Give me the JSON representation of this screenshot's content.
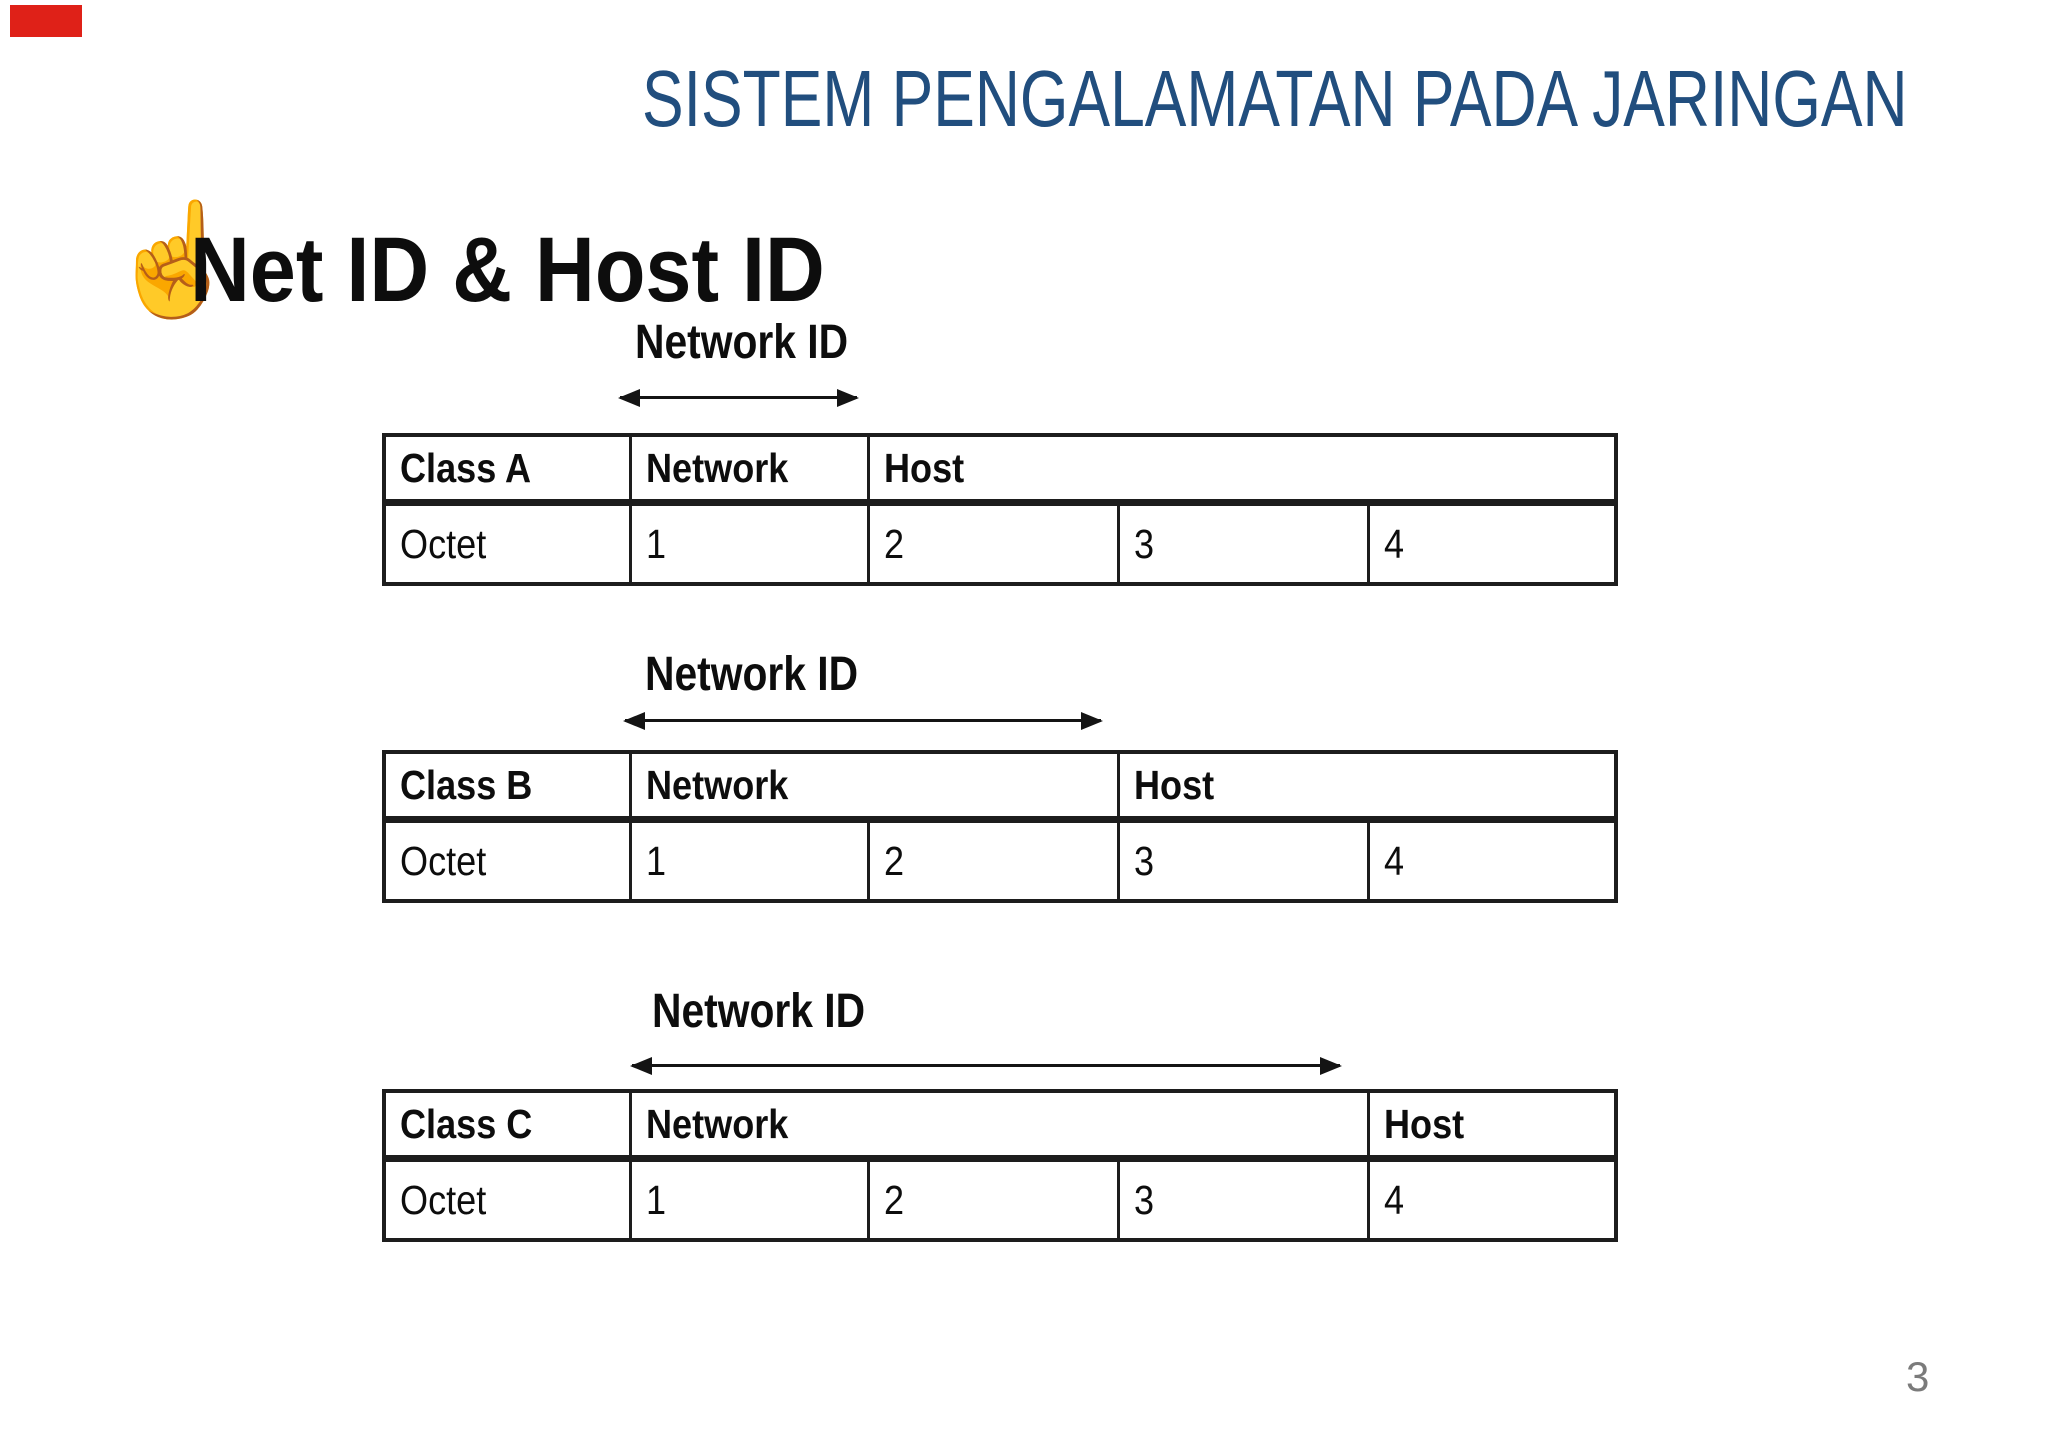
{
  "slide": {
    "title": "SISTEM PENGALAMATAN PADA JARINGAN",
    "heading": "Net ID & Host ID",
    "heading_icon": "☝",
    "page_number": "3"
  },
  "colors": {
    "title_blue": "#214e7e",
    "network_header_fill": "#b7b7b7",
    "host_header_fill": "#cdcdcd",
    "marker_red": "#df2118",
    "table_border": "#1d1d1d",
    "page_number_gray": "#7b7b7b"
  },
  "figures": [
    {
      "arrow_label": "Network ID",
      "class_label": "Class A",
      "network_label": "Network",
      "host_label": "Host",
      "network_span": 1,
      "host_span": 3,
      "row_label": "Octet",
      "octets": [
        "1",
        "2",
        "3",
        "4"
      ]
    },
    {
      "arrow_label": "Network ID",
      "class_label": "Class B",
      "network_label": "Network",
      "host_label": "Host",
      "network_span": 2,
      "host_span": 2,
      "row_label": "Octet",
      "octets": [
        "1",
        "2",
        "3",
        "4"
      ]
    },
    {
      "arrow_label": "Network ID",
      "class_label": "Class C",
      "network_label": "Network",
      "host_label": "Host",
      "network_span": 3,
      "host_span": 1,
      "row_label": "Octet",
      "octets": [
        "1",
        "2",
        "3",
        "4"
      ]
    }
  ]
}
